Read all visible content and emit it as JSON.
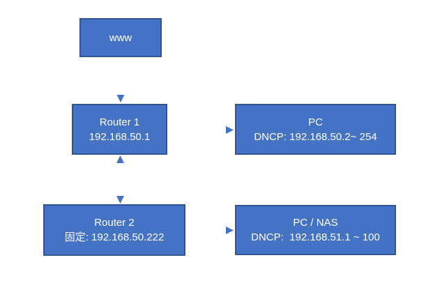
{
  "diagram": {
    "nodes": {
      "www": {
        "title": "www"
      },
      "router1": {
        "title": "Router 1",
        "subtitle": "192.168.50.1"
      },
      "pc_lan1": {
        "title": "PC",
        "subtitle": "DNCP: 192.168.50.2~ 254"
      },
      "router2": {
        "title": "Router 2",
        "subtitle": "固定: 192.168.50.222"
      },
      "pc_nas_lan2": {
        "title": "PC / NAS",
        "subtitle": "DNCP:  192.168.51.1 ~ 100"
      }
    },
    "edges": [
      {
        "from": "www",
        "to": "router1",
        "direction": "one-way"
      },
      {
        "from": "router1",
        "to": "pc_lan1",
        "direction": "one-way"
      },
      {
        "from": "router1",
        "to": "router2",
        "direction": "two-way"
      },
      {
        "from": "router2",
        "to": "pc_nas_lan2",
        "direction": "one-way"
      }
    ],
    "colors": {
      "node_fill": "#4472C4",
      "node_border": "#2F5496",
      "node_text": "#FFFFFF",
      "arrow": "#4472C4"
    }
  }
}
